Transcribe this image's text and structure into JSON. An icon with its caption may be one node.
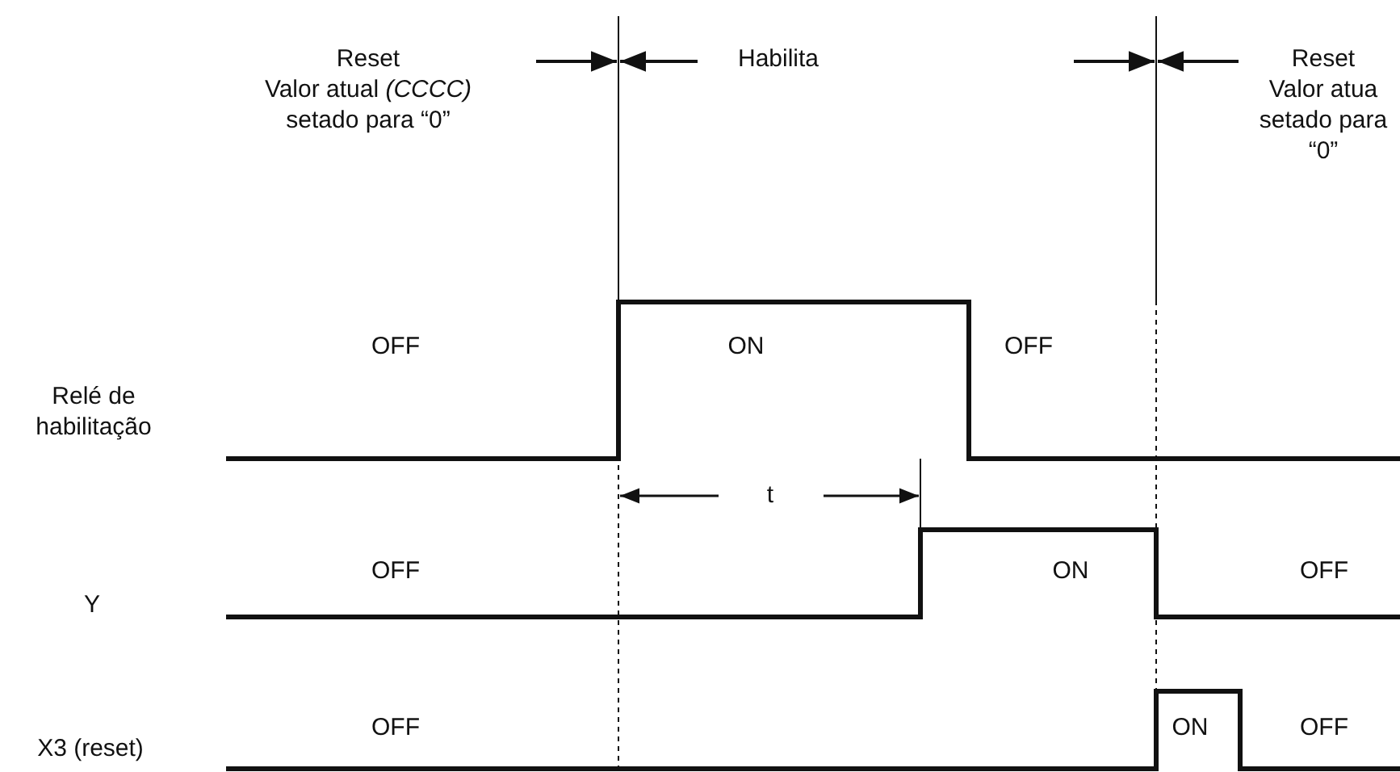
{
  "diagram": {
    "labels": [
      "Reset",
      "Valor atual *(CCCC)* setado para “0”",
      "Habilita",
      "Reset",
      "Valor atua setado para “0”",
      "OFF",
      "ON",
      "OFF",
      "Relé de habilitação",
      "t",
      "OFF",
      "ON",
      "OFF",
      "Y",
      "OFF",
      "ON",
      "OFF",
      "X3 (reset)"
    ]
  }
}
